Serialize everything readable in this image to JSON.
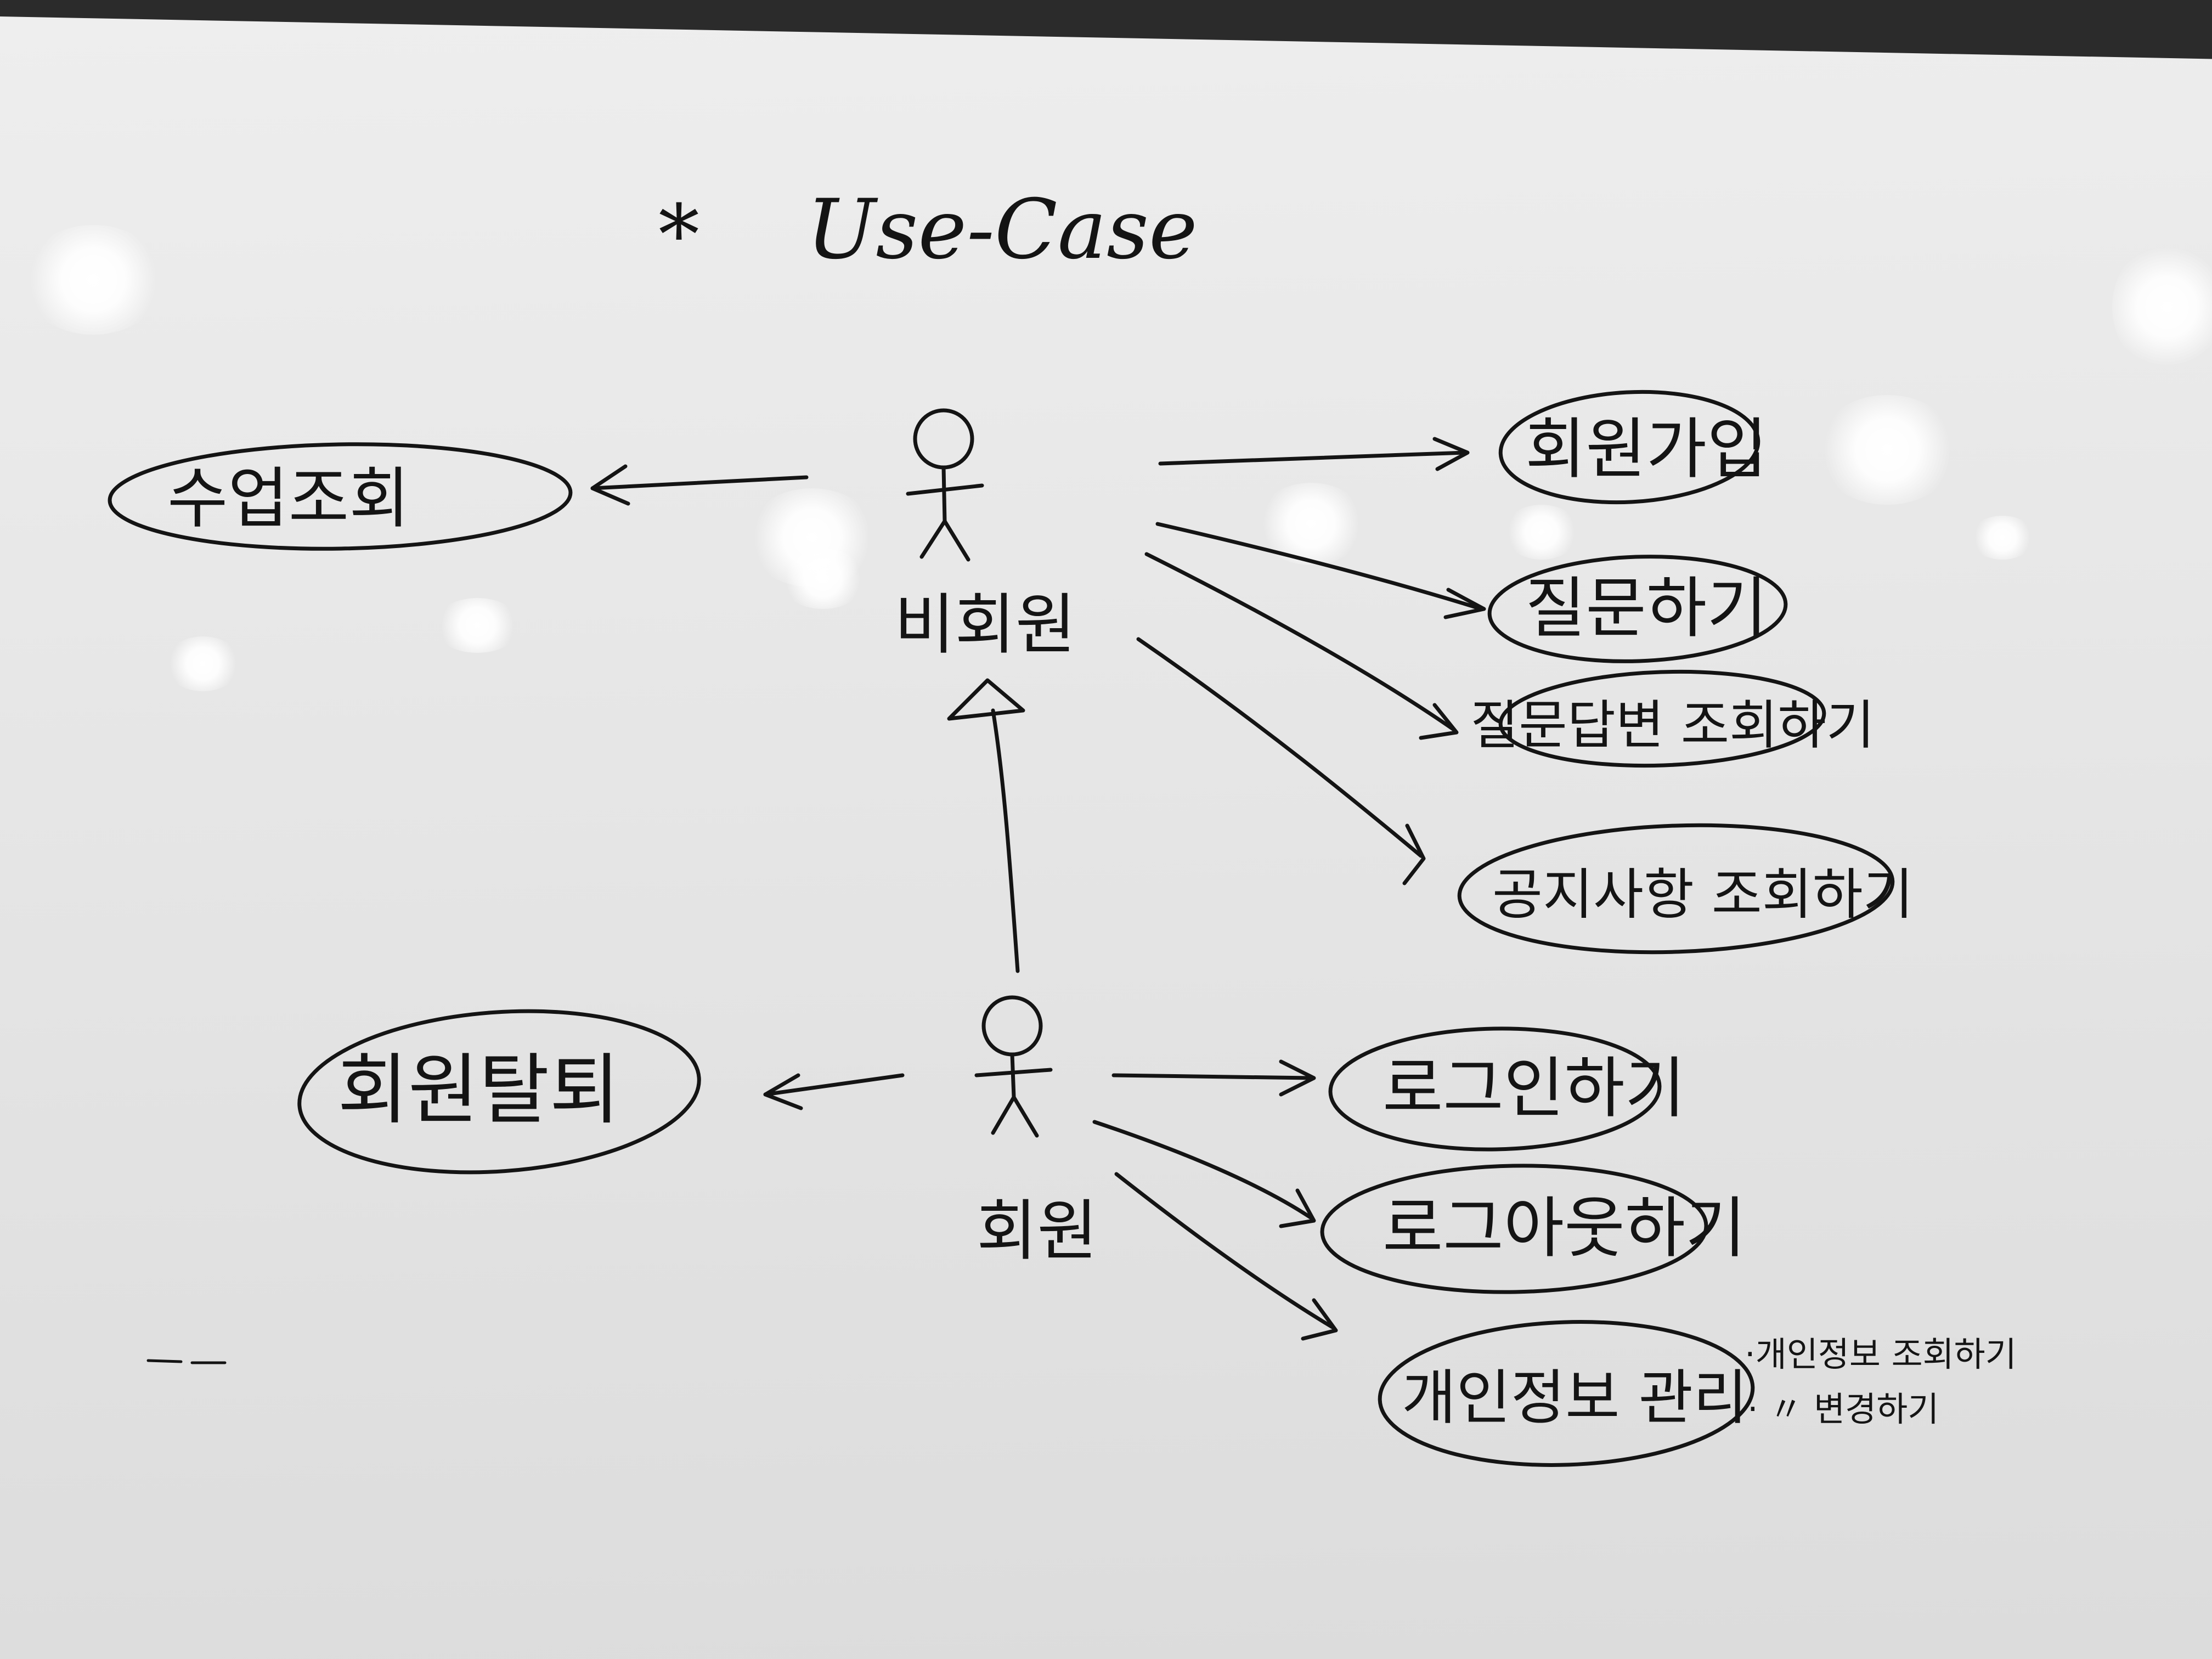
{
  "title": "Use-Case",
  "title_marker": "*",
  "actors": {
    "non_member": "비회원",
    "member": "회원"
  },
  "use_cases": {
    "course_search": "수업조회",
    "signup": "회원가입",
    "ask_question": "질문하기",
    "view_qa": "질문답변 조회하기",
    "view_notice": "공지사항 조회하기",
    "withdraw": "회원탈퇴",
    "login": "로그인하기",
    "logout": "로그아웃하기",
    "personal_info": "개인정보 관리"
  },
  "notes": {
    "line1": "·개인정보 조회하기",
    "line2": "· 〃 변경하기"
  },
  "colors": {
    "board": "#e8e8e8",
    "ink": "#141414",
    "frame": "#2b2b2b"
  }
}
